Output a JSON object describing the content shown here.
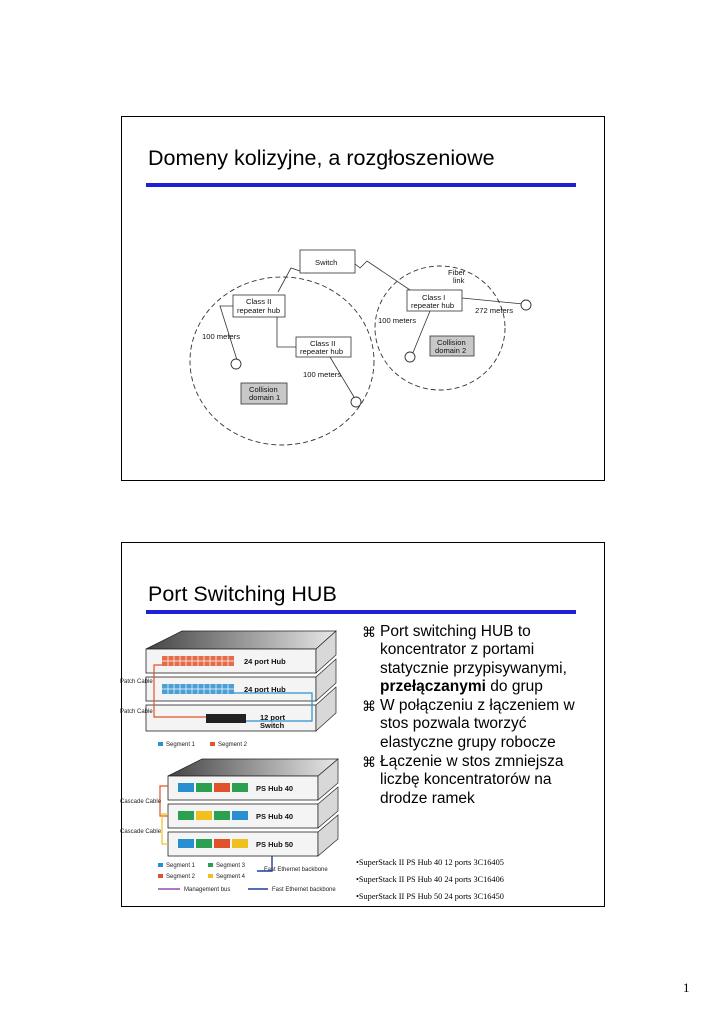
{
  "slide1": {
    "title": "Domeny kolizyjne, a rozgłoszeniowe",
    "diagram": {
      "switch": "Switch",
      "fiber_line1": "Fiber",
      "fiber_line2": "link",
      "hub_left_line1": "Class II",
      "hub_left_line2": "repeater hub",
      "hub_mid_line1": "Class II",
      "hub_mid_line2": "repeater hub",
      "hub_right_line1": "Class I",
      "hub_right_line2": "repeater hub",
      "dist_left": "100 meters",
      "dist_mid": "100 meters",
      "dist_right_upper": "100 meters",
      "dist_fiber": "272 meters",
      "domain1_line1": "Collision",
      "domain1_line2": "domain 1",
      "domain2_line1": "Collision",
      "domain2_line2": "domain 2"
    }
  },
  "slide2": {
    "title": "Port Switching HUB",
    "bullet_symbol": "⌘",
    "bullets": [
      {
        "text_before": "Port switching HUB to koncentrator z portami statycznie przypisywanymi, ",
        "bold": "przełączanymi",
        "text_after": " do grup"
      },
      {
        "text": "W połączeniu z łączeniem w stos pozwala tworzyć elastyczne grupy robocze"
      },
      {
        "text": "Łączenie w stos zmniejsza liczbę koncentratorów na drodze ramek"
      }
    ],
    "notes": [
      "•SuperStack II PS Hub 40 12 ports 3C16405",
      "•SuperStack II PS Hub 40 24 ports 3C16406",
      "•SuperStack II PS Hub 50 24 ports 3C16450"
    ],
    "hardware": {
      "hub_24_a": "24 port Hub",
      "hub_24_b": "24 port Hub",
      "switch_12_line1": "12 port",
      "switch_12_line2": "Switch",
      "patch_cable_1": "Patch Cable",
      "patch_cable_2": "Patch Cable",
      "segment_1": "Segment 1",
      "segment_2": "Segment 2",
      "ps_hub_40_a": "PS Hub 40",
      "ps_hub_40_b": "PS Hub 40",
      "ps_hub_50": "PS Hub 50",
      "cascade_cable_1": "Cascade Cable",
      "cascade_cable_2": "Cascade Cable",
      "legend_seg1": "Segment 1",
      "legend_seg2": "Segment 2",
      "legend_seg3": "Segment 3",
      "legend_seg4": "Segment 4",
      "legend_mgmt": "Management bus",
      "legend_fast_eth": "Fast Ethernet backbone",
      "fast_eth_callout": "Fast Ethernet backbone"
    }
  },
  "page_number": "1",
  "colors": {
    "rule_blue": "#1f1fd6",
    "seg_blue": "#2a8fd0",
    "seg_red": "#e0532a",
    "seg_green": "#2aa050",
    "seg_yellow": "#f0c020",
    "collision_box": "#c8c8c8"
  }
}
